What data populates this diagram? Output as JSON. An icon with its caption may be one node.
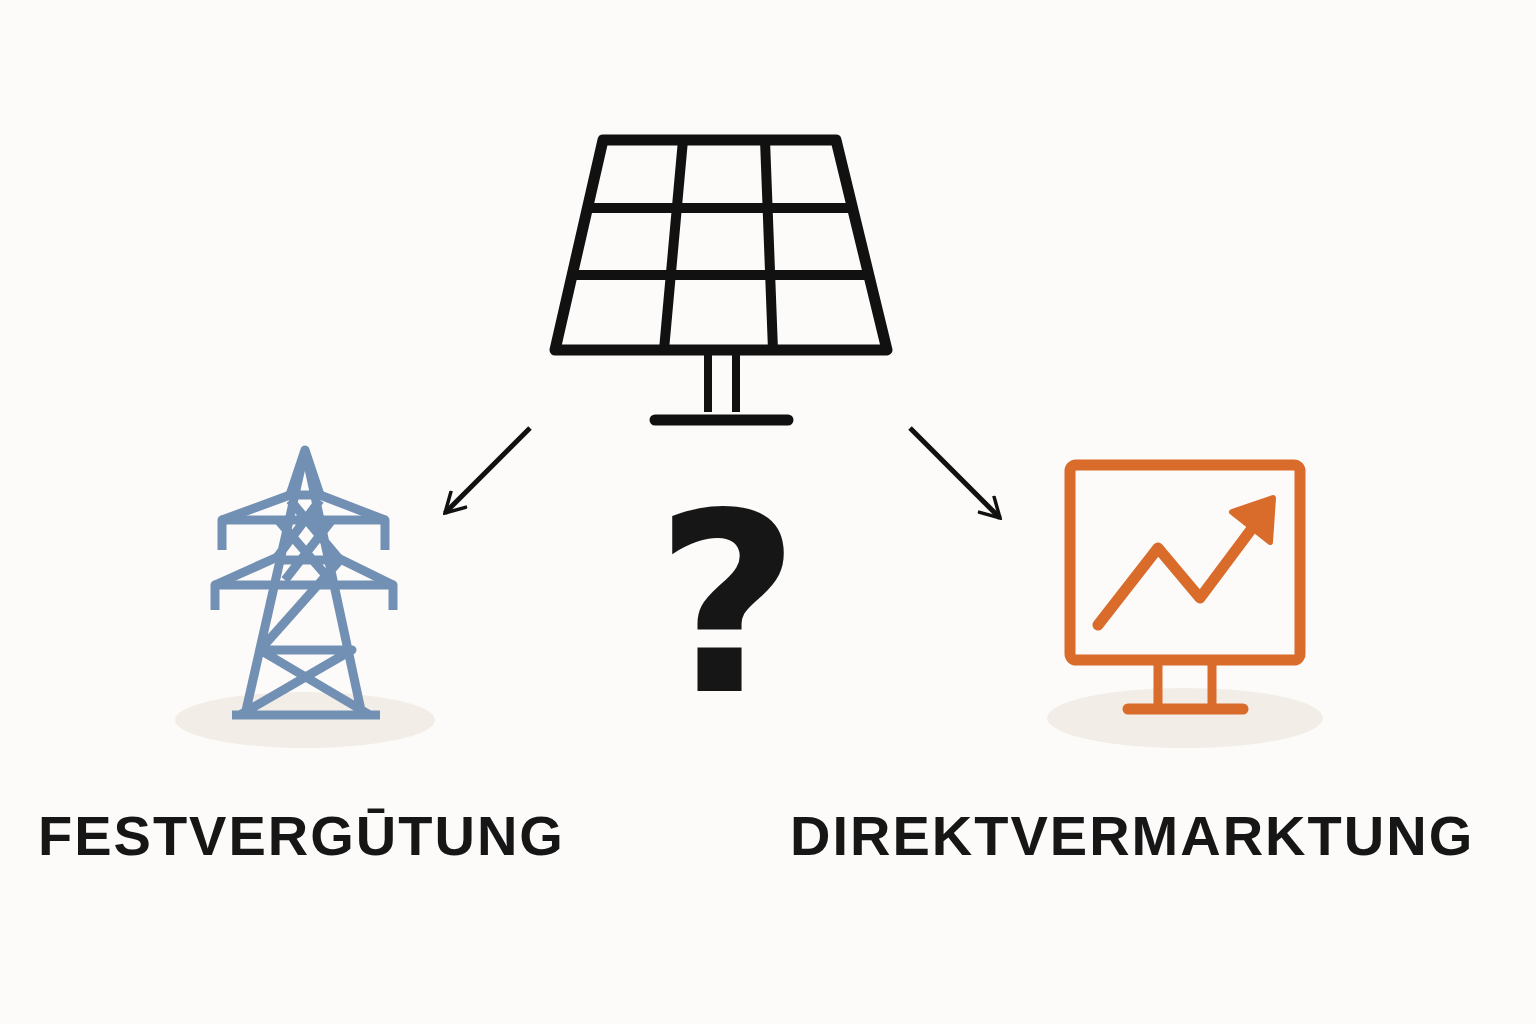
{
  "diagram": {
    "nodes": [
      {
        "text": [],
        "shape": "picture"
      },
      {
        "text": [],
        "shape": "picture"
      },
      {
        "text": [],
        "shape": "picture"
      }
    ],
    "edges": [
      {
        "from": 0,
        "to": 1,
        "arrow": "to"
      },
      {
        "from": 0,
        "to": 2,
        "arrow": "to"
      }
    ],
    "labels": [
      "?",
      "FESTVERGŪTUNG",
      "DIREKTVERMARKTUNG"
    ]
  }
}
